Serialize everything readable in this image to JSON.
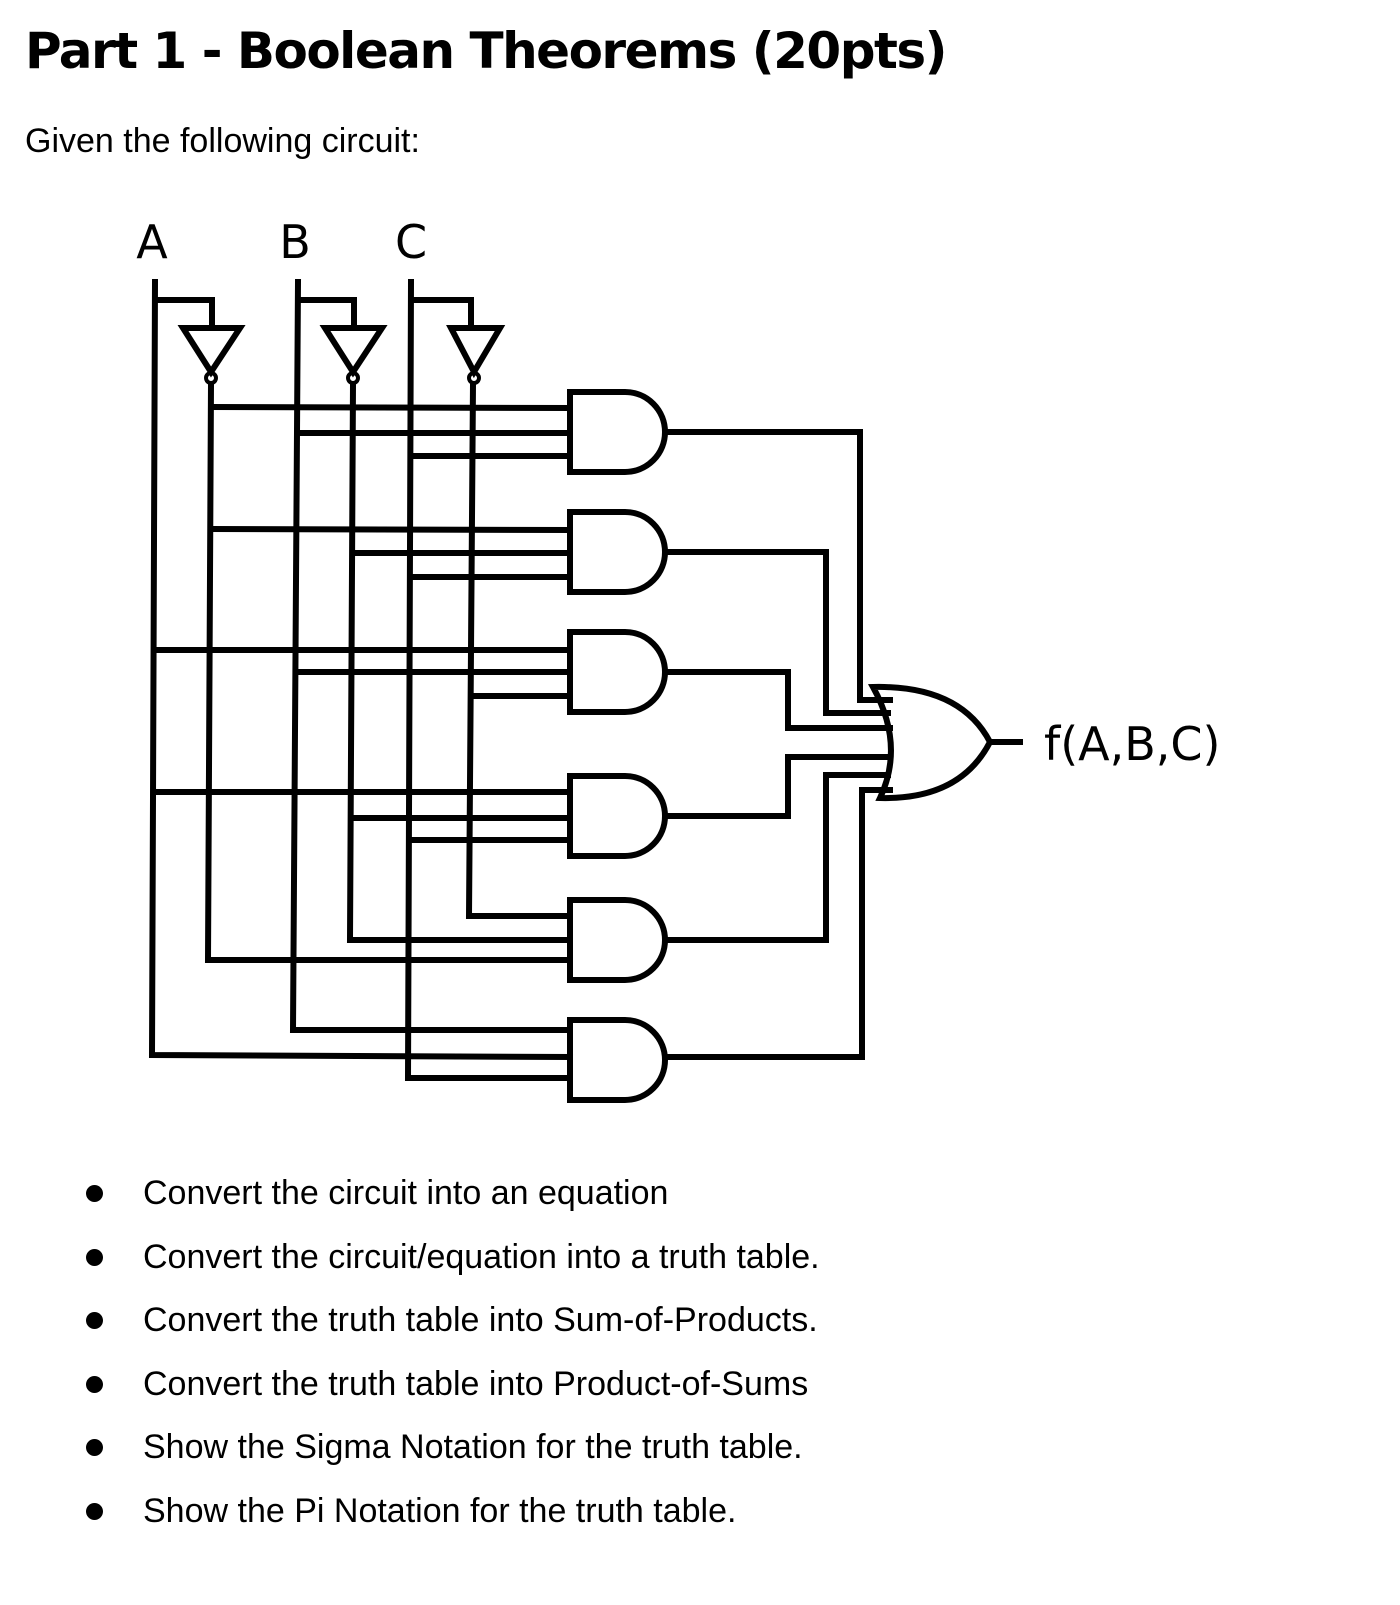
{
  "heading": "Part 1 - Boolean Theorems (20pts)",
  "intro": "Given the following circuit:",
  "circuit": {
    "inputs": [
      "A",
      "B",
      "C"
    ],
    "output_label": "f(A,B,C)",
    "gates": [
      {
        "type": "NOT",
        "input": "A"
      },
      {
        "type": "NOT",
        "input": "B"
      },
      {
        "type": "NOT",
        "input": "C"
      },
      {
        "type": "AND",
        "inputs": [
          "A'",
          "B",
          "C"
        ]
      },
      {
        "type": "AND",
        "inputs": [
          "A'",
          "B'",
          "C"
        ]
      },
      {
        "type": "AND",
        "inputs": [
          "A",
          "B",
          "C'"
        ]
      },
      {
        "type": "AND",
        "inputs": [
          "A",
          "B'",
          "C"
        ]
      },
      {
        "type": "AND",
        "inputs": [
          "C'",
          "B'",
          "A'"
        ]
      },
      {
        "type": "AND",
        "inputs": [
          "B",
          "A",
          "C"
        ]
      },
      {
        "type": "OR",
        "inputs": [
          "AND1",
          "AND2",
          "AND3",
          "AND4",
          "AND5",
          "AND6"
        ]
      }
    ]
  },
  "tasks": [
    "Convert the circuit into an equation",
    "Convert the circuit/equation into a truth table.",
    "Convert the truth table into Sum-of-Products.",
    "Convert the truth table into Product-of-Sums",
    "Show the Sigma Notation for the truth table.",
    "Show the Pi Notation for the truth table."
  ]
}
